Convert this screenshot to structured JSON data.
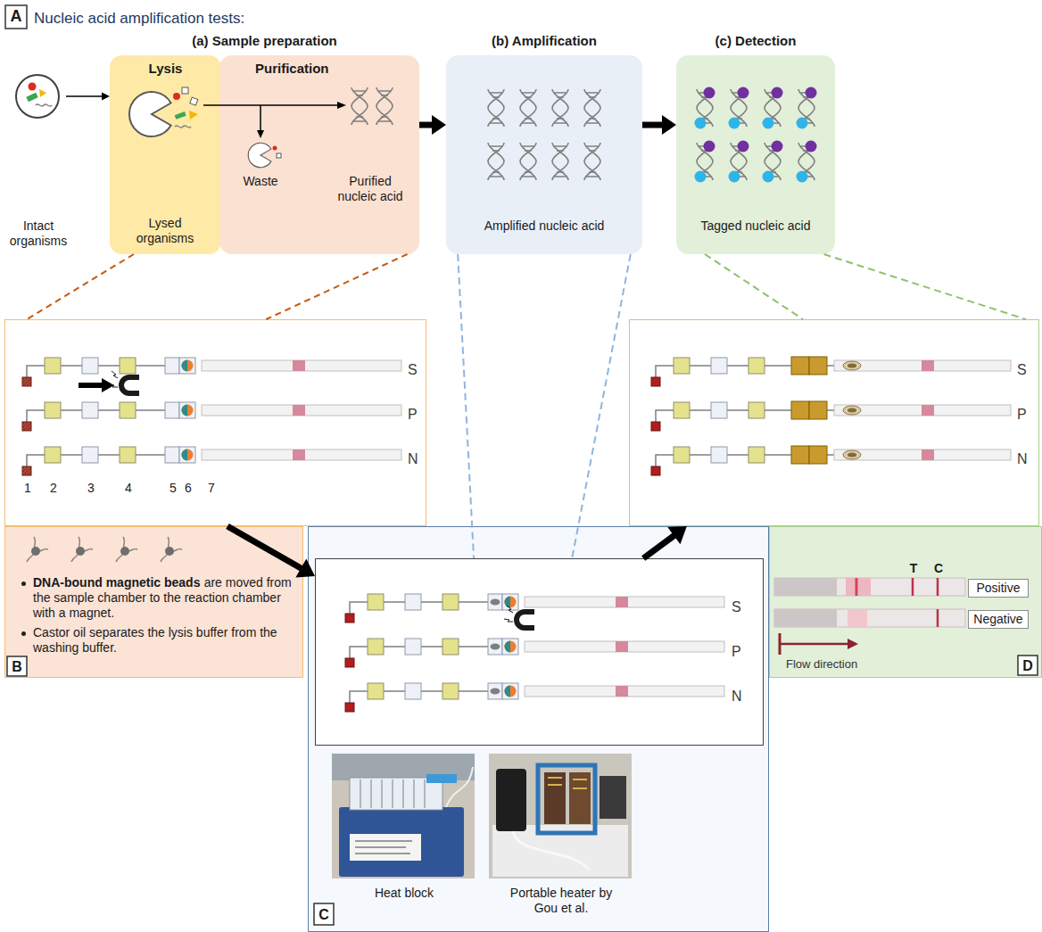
{
  "diagram": {
    "title": "Nucleic acid amplification tests:",
    "nodes": [
      {
        "text": [
          "Intact organisms"
        ]
      },
      {
        "text": [
          "Lysis",
          "Lysed organisms"
        ]
      },
      {
        "text": [
          "Purification",
          "Waste",
          "Purified nucleic acid"
        ]
      },
      {
        "text": [
          "(b) Amplification",
          "Amplified nucleic acid"
        ]
      },
      {
        "text": [
          "(c) Detection",
          "Tagged nucleic acid"
        ]
      },
      {
        "text": [
          "S",
          "P",
          "N",
          "1",
          "2",
          "3",
          "4",
          "5",
          "6",
          "7"
        ]
      },
      {
        "text": [
          "DNA-bound magnetic beads",
          "are moved from the sample chamber to the reaction chamber with a magnet.",
          "Castor oil separates the lysis buffer from the washing buffer."
        ]
      },
      {
        "text": [
          "Heat block",
          "Portable heater by Gou et al."
        ]
      },
      {
        "text": [
          "S",
          "P",
          "N"
        ],
        "in": 7
      },
      {
        "text": [
          "S",
          "P",
          "N"
        ]
      },
      {
        "text": [
          "T",
          "C",
          "Positive",
          "Negative",
          "Flow direction"
        ]
      }
    ],
    "edges": [
      {
        "from": 0,
        "to": 1,
        "arrow": "to"
      },
      {
        "from": 2,
        "to": 3,
        "arrow": "to"
      },
      {
        "from": 3,
        "to": 4,
        "arrow": "to"
      },
      {
        "from": 1,
        "to": 5,
        "arrow": "none"
      },
      {
        "from": 2,
        "to": 5,
        "arrow": "none"
      },
      {
        "from": 3,
        "to": 8,
        "arrow": "none"
      },
      {
        "from": 3,
        "to": 8,
        "arrow": "none"
      },
      {
        "from": 4,
        "to": 9,
        "arrow": "none"
      },
      {
        "from": 4,
        "to": 9,
        "arrow": "none"
      },
      {
        "from": 5,
        "to": 8,
        "arrow": "to"
      },
      {
        "from": 8,
        "to": 9,
        "arrow": "to"
      }
    ],
    "labels": [
      "A",
      "(a) Sample preparation",
      "B",
      "C",
      "D"
    ]
  }
}
